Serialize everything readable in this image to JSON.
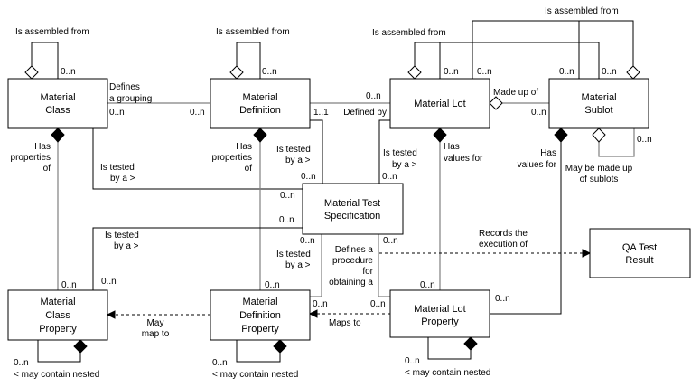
{
  "entities": {
    "material_class": [
      "Material",
      "Class"
    ],
    "material_definition": [
      "Material",
      "Definition"
    ],
    "material_lot": [
      "Material Lot"
    ],
    "material_sublot": [
      "Material",
      "Sublot"
    ],
    "material_test_spec": [
      "Material Test",
      "Specification"
    ],
    "qa_test_result": [
      "QA Test",
      "Result"
    ],
    "material_class_property": [
      "Material",
      "Class",
      "Property"
    ],
    "material_definition_property": [
      "Material",
      "Definition",
      "Property"
    ],
    "material_lot_property": [
      "Material Lot",
      "Property"
    ]
  },
  "labels": {
    "assembled": "Is assembled from",
    "mult_0n": "0..n",
    "mult_11": "1..1",
    "defines_grouping": [
      "Defines",
      "a grouping"
    ],
    "defined_by": "Defined by",
    "made_up_of": "Made up of",
    "has_properties_of": [
      "Has",
      "properties",
      "of"
    ],
    "has_values_for": [
      "Has",
      "values for"
    ],
    "is_tested_by": [
      "Is tested",
      "by a >"
    ],
    "sublots": [
      "May be made up",
      "of sublots"
    ],
    "defines_procedure": [
      "Defines a",
      "procedure",
      "for",
      "obtaining a"
    ],
    "records": [
      "Records the",
      "execution of"
    ],
    "maps_to": "Maps to",
    "may_map_to": [
      "May",
      "map to"
    ],
    "nested": "< may contain nested"
  }
}
